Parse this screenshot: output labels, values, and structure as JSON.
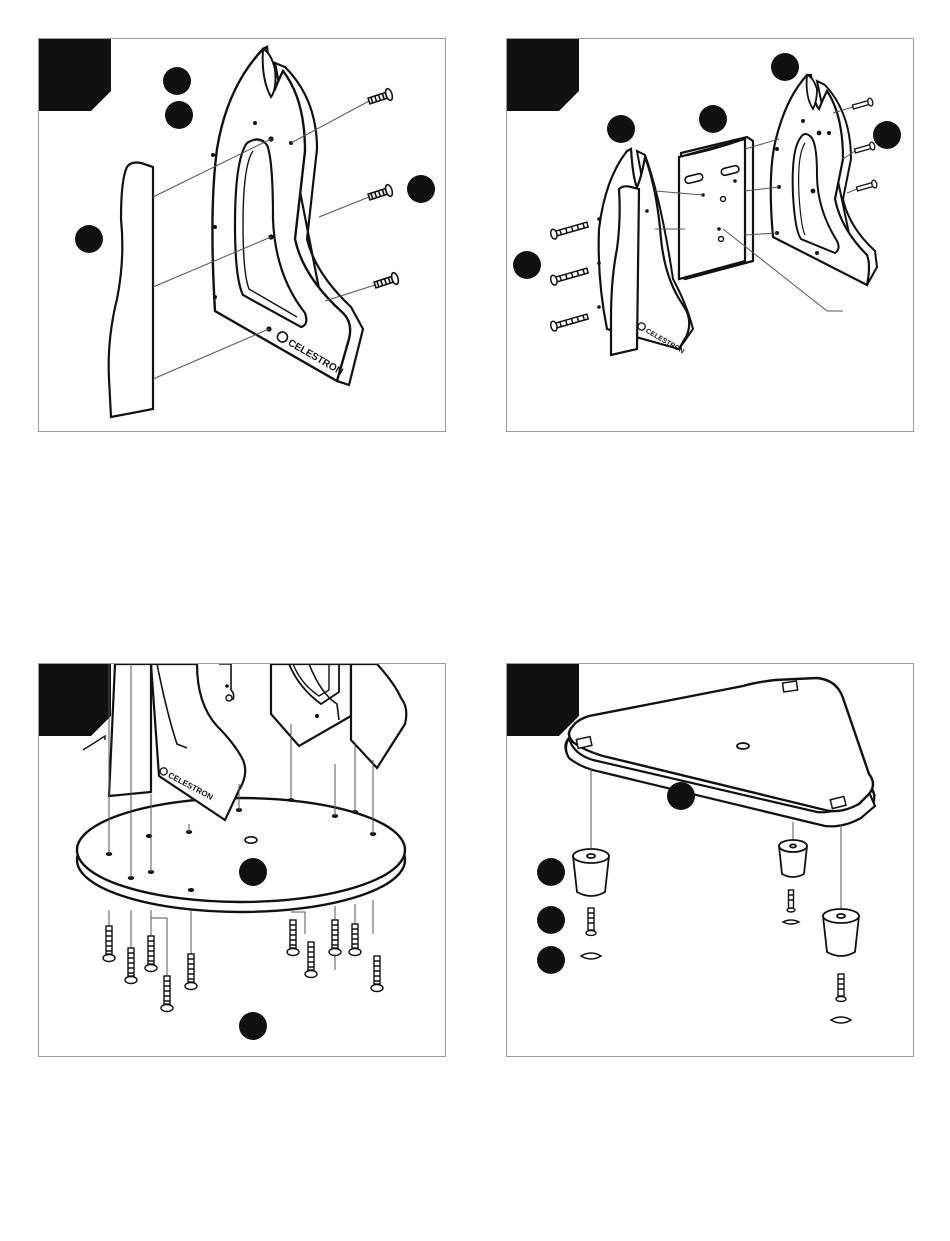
{
  "brand": {
    "logo_text": "CELESTRON"
  },
  "panels": [
    {
      "id": "step-1",
      "callouts": 4
    },
    {
      "id": "step-2",
      "callouts": 5
    },
    {
      "id": "step-3",
      "callouts": 2
    },
    {
      "id": "step-4",
      "callouts": 4
    }
  ],
  "colors": {
    "ink": "#111111",
    "rule": "#9a9a9a",
    "leader": "#555555",
    "paper": "#ffffff"
  }
}
